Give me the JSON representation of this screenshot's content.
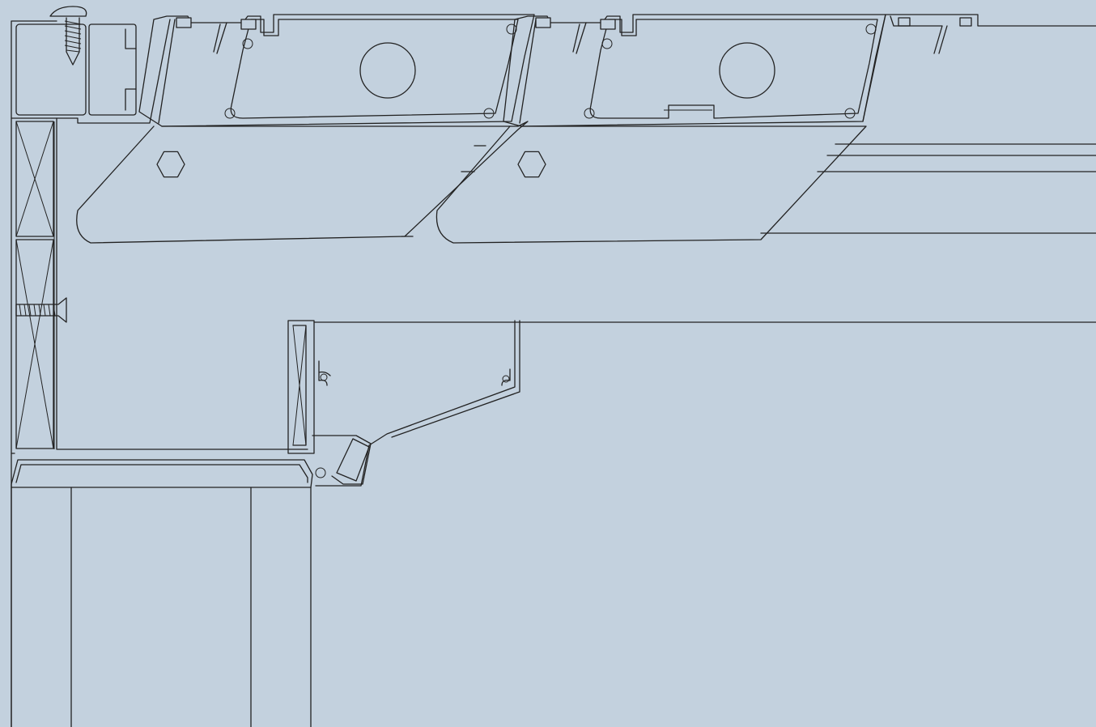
{
  "drawing": {
    "type": "technical-section-drawing",
    "background_color": "#c3d1de",
    "line_color": "#222222",
    "components": [
      "wall-frame",
      "mounting-screw",
      "wall-screw",
      "insulation-blocks",
      "track-profile-1",
      "track-profile-2",
      "track-profile-end",
      "hexagon-bolt-1",
      "hexagon-bolt-2",
      "sash-profile",
      "sill-profile",
      "glass-panel"
    ]
  }
}
